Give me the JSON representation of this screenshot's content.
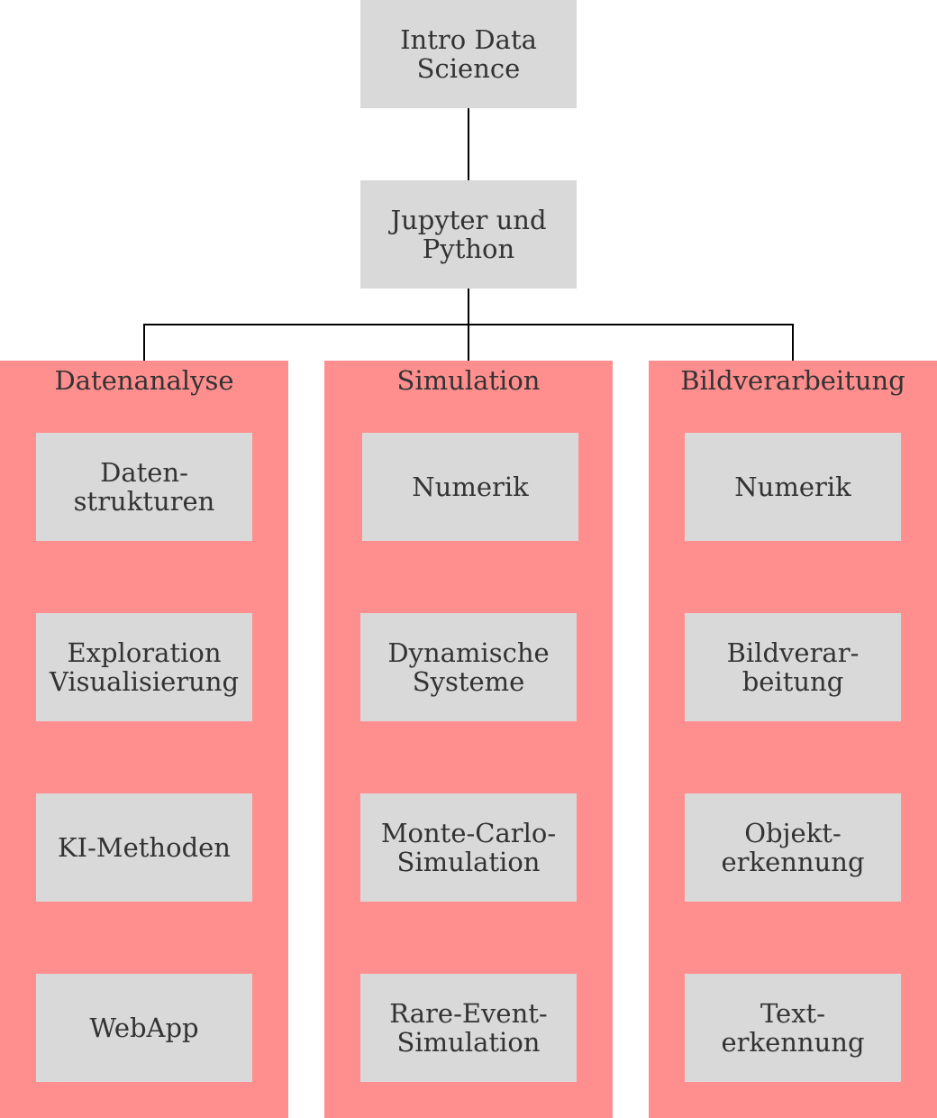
{
  "top": {
    "intro": "Intro Data\nScience",
    "jupyter": "Jupyter und\nPython"
  },
  "columns": [
    {
      "title": "Datenanalyse",
      "items": [
        "Daten-\nstrukturen",
        "Exploration\nVisualisierung",
        "KI-Methoden",
        "WebApp"
      ]
    },
    {
      "title": "Simulation",
      "items": [
        "Numerik",
        "Dynamische\nSysteme",
        "Monte-Carlo-\nSimulation",
        "Rare-Event-\nSimulation"
      ]
    },
    {
      "title": "Bildverarbeitung",
      "items": [
        "Numerik",
        "Bildverar-\nbeitung",
        "Objekt-\nerkennung",
        "Text-\nerkennung"
      ]
    }
  ],
  "colors": {
    "node_fill": "#d9d9d9",
    "column_fill": "#ff8e8e",
    "connector": "#000000",
    "text": "#333333"
  }
}
